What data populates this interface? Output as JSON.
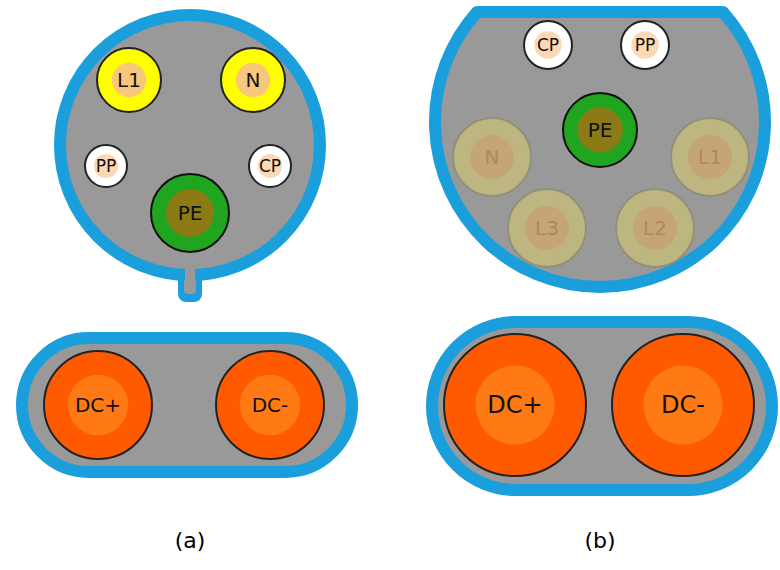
{
  "diagram": {
    "nodes": [
      {
        "text": [
          "L1"
        ]
      },
      {
        "text": [
          "N"
        ]
      },
      {
        "text": [
          "PP"
        ]
      },
      {
        "text": [
          "PE"
        ]
      },
      {
        "text": [
          "CP"
        ]
      },
      {
        "text": [
          "DC+"
        ]
      },
      {
        "text": [
          "DC-"
        ]
      },
      {
        "text": [
          "CP"
        ]
      },
      {
        "text": [
          "PP"
        ]
      },
      {
        "text": [
          "N"
        ]
      },
      {
        "text": [
          "PE"
        ]
      },
      {
        "text": [
          "L1"
        ]
      },
      {
        "text": [
          "L3"
        ]
      },
      {
        "text": [
          "L2"
        ]
      },
      {
        "text": [
          "DC+"
        ]
      },
      {
        "text": [
          "DC-"
        ]
      }
    ],
    "labels": [
      "(a)",
      "(b)"
    ]
  }
}
